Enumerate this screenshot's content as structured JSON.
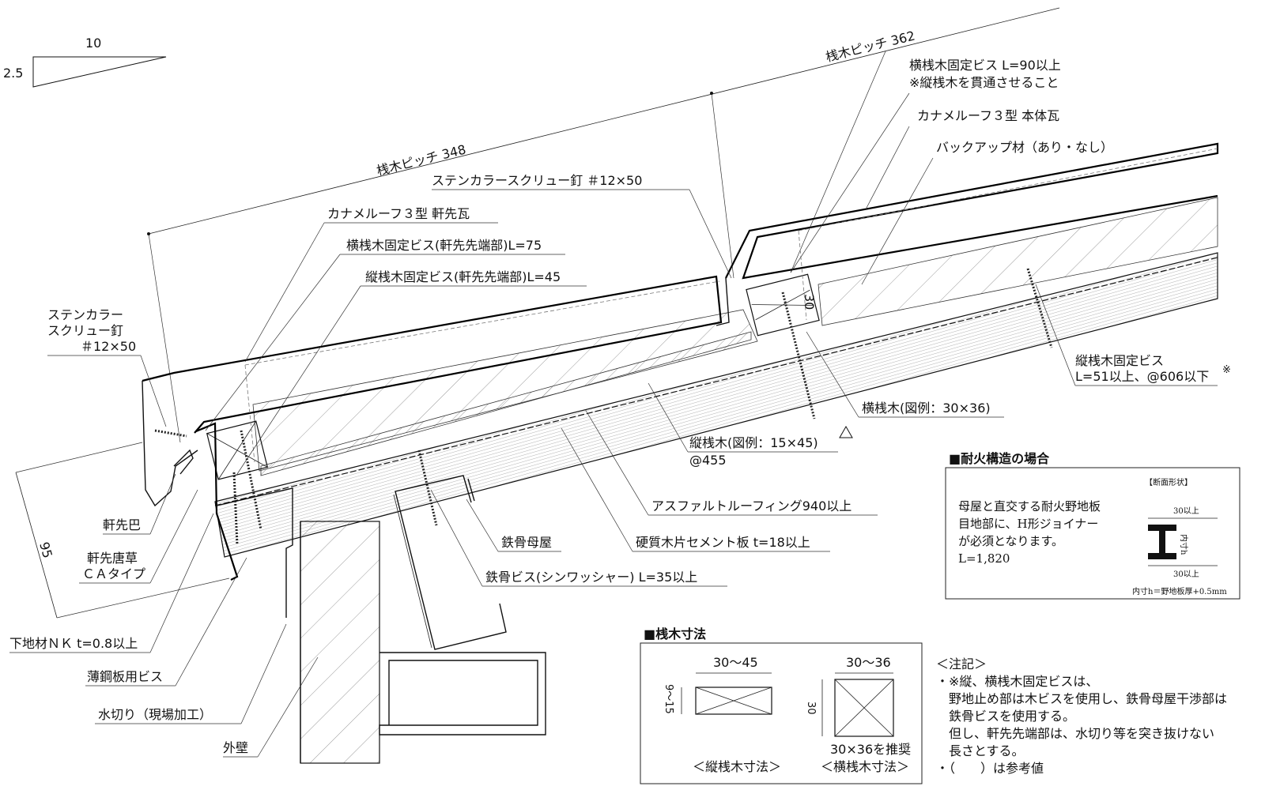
{
  "slope": {
    "run": "10",
    "rise": "2.5"
  },
  "dimensions": {
    "pitch_upper": "桟木ピッチ 362",
    "pitch_lower": "桟木ピッチ 348",
    "eave_95": "95",
    "batten_30": "30"
  },
  "labels": {
    "yokosan_screw_top_1": "横桟木固定ビス L=90以上",
    "yokosan_screw_top_2": "※縦桟木を貫通させること",
    "main_tile": "カナメルーフ３型 本体瓦",
    "backup": "バックアップ材（あり・なし）",
    "screw_nail": "ステンカラースクリュー釘 ＃12×50",
    "eave_tile": "カナメルーフ３型 軒先瓦",
    "yokosan_screw_eave": "横桟木固定ビス(軒先先端部)L=75",
    "tatesan_screw_eave": "縦桟木固定ビス(軒先先端部)L=45",
    "left_nail_1": "ステンカラー",
    "left_nail_2": "スクリュー釘",
    "left_nail_3": "＃12×50",
    "tatesan_screw_right_1": "縦桟木固定ビス",
    "tatesan_screw_right_2": "L=51以上、@606以下",
    "tatesan_screw_mark": "※",
    "yokosan": "横桟木(図例：30×36)",
    "tatesan_1": "縦桟木(図例：15×45)",
    "tatesan_2": "@455",
    "asphalt": "アスファルトルーフィング940以上",
    "cement_board": "硬質木片セメント板 t=18以上",
    "steel_purlin": "鉄骨母屋",
    "steel_screw": "鉄骨ビス(シンワッシャー) L=35以上",
    "eave_tomoe": "軒先巴",
    "eave_karakusa_1": "軒先唐草",
    "eave_karakusa_2": "ＣＡタイプ",
    "base_nk": "下地材ＮＫ t=0.8以上",
    "sheet_screw": "薄鋼板用ビス",
    "flashing": "水切り（現場加工）",
    "exterior_wall": "外壁"
  },
  "fire_box": {
    "title": "■耐火構造の場合",
    "section_label": "【断面形状】",
    "text_1": "母屋と直交する耐火野地板",
    "text_2": "目地部に、H形ジョイナー",
    "text_3": "が必須となります。",
    "text_4": "L=1,820",
    "dim_top": "30以上",
    "dim_bottom": "30以上",
    "inner": "内寸h",
    "note": "内寸h＝野地板厚+0.5mm"
  },
  "batten_box": {
    "title": "■桟木寸法",
    "tate_width": "30～45",
    "tate_height": "9～15",
    "tate_caption": "＜縦桟木寸法＞",
    "yoko_width": "30～36",
    "yoko_height": "30",
    "yoko_recommend": "30×36を推奨",
    "yoko_caption": "＜横桟木寸法＞"
  },
  "notes": {
    "heading": "＜注記＞",
    "line_1": "・※縦、横桟木固定ビスは、",
    "line_2": "野地止め部は木ビスを使用し、鉄骨母屋干渉部は",
    "line_3": "鉄骨ビスを使用する。",
    "line_4": "但し、軒先先端部は、水切り等を突き抜けない",
    "line_5": "長さとする。",
    "line_6": "・（　　）は参考値"
  }
}
